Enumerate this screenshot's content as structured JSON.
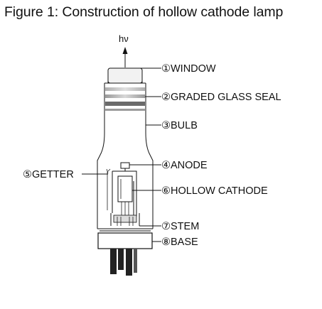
{
  "title": "Figure 1: Construction of hollow cathode lamp",
  "emission_label": "hν",
  "parts": [
    {
      "id": "window",
      "label": "①WINDOW"
    },
    {
      "id": "graded-glass-seal",
      "label": "②GRADED GLASS SEAL"
    },
    {
      "id": "bulb",
      "label": "③BULB"
    },
    {
      "id": "anode",
      "label": "④ANODE"
    },
    {
      "id": "getter",
      "label": "⑤GETTER"
    },
    {
      "id": "hollow-cathode",
      "label": "⑥HOLLOW CATHODE"
    },
    {
      "id": "stem",
      "label": "⑦STEM"
    },
    {
      "id": "base",
      "label": "⑧BASE"
    }
  ]
}
